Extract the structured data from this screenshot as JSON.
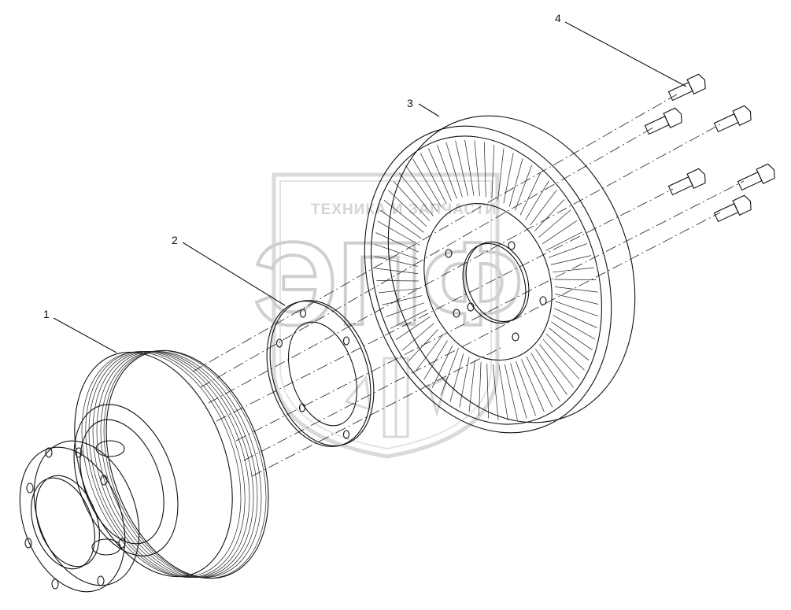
{
  "callouts": [
    {
      "id": "1",
      "label": "1"
    },
    {
      "id": "2",
      "label": "2"
    },
    {
      "id": "3",
      "label": "3"
    },
    {
      "id": "4",
      "label": "4"
    }
  ],
  "watermark": {
    "top_text": "ТЕХНИКА И ЗАПЧАСТИ",
    "logo_text": "ЭПФ"
  },
  "colors": {
    "line": "#111111",
    "watermark": "#d0d0d0",
    "background": "#ffffff"
  }
}
